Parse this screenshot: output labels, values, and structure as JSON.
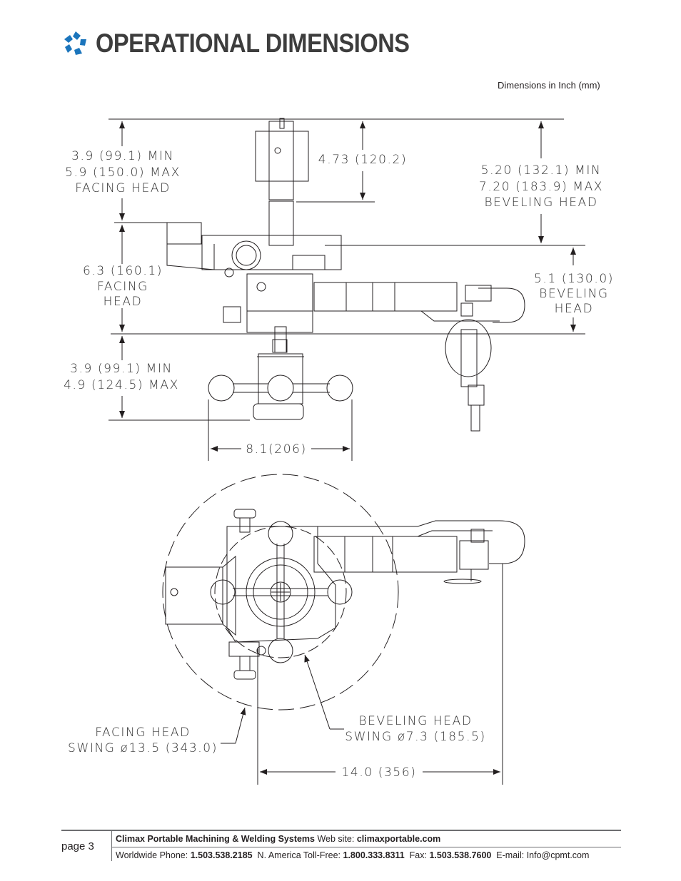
{
  "header": {
    "title": "OPERATIONAL DIMENSIONS",
    "logo_icon": "climax-logo-icon",
    "brand_color": "#1b75bc"
  },
  "units_note": "Dimensions in Inch (mm)",
  "side_view": {
    "facing_head_height": [
      "3.9 (99.1) MIN",
      "5.9 (150.0) MAX",
      "FACING HEAD"
    ],
    "head_height": "4.73 (120.2)",
    "beveling_head_height": [
      "5.20 (132.1) MIN",
      "7.20 (183.9) MAX",
      "BEVELING HEAD"
    ],
    "facing_head_body": [
      "6.3 (160.1)",
      "FACING",
      "HEAD"
    ],
    "beveling_head_body": [
      "5.1 (130.0)",
      "BEVELING",
      "HEAD"
    ],
    "lower_height": [
      "3.9 (99.1) MIN",
      "4.9 (124.5) MAX"
    ],
    "handle_width": "8.1(206)"
  },
  "top_view": {
    "facing_swing": [
      "FACING HEAD",
      "SWING ø13.5 (343.0)"
    ],
    "beveling_swing": [
      "BEVELING HEAD",
      "SWING ø7.3 (185.5)"
    ],
    "overall_length": "14.0 (356)"
  },
  "footer": {
    "page": "page 3",
    "company": "Climax Portable Machining & Welding Systems",
    "web_label": "Web site:",
    "web": "climaxportable.com",
    "phone_label": "Worldwide Phone:",
    "phone": "1.503.538.2185",
    "tollfree_label": "N. America Toll-Free:",
    "tollfree": "1.800.333.8311",
    "fax_label": "Fax:",
    "fax": "1.503.538.7600",
    "email_label": "E-mail:",
    "email": "Info@cpmt.com"
  }
}
